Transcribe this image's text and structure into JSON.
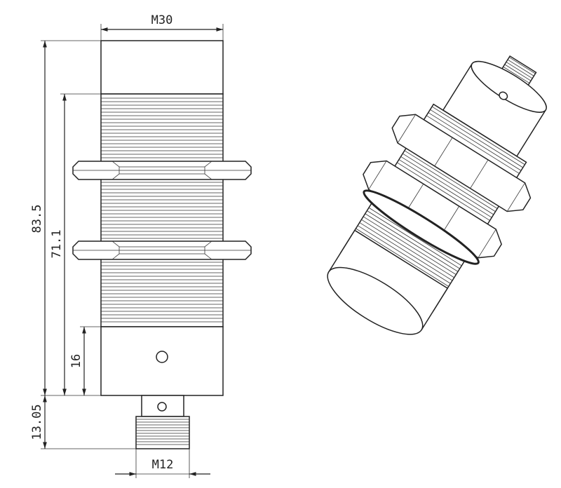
{
  "dimensions": {
    "thread_diameter": "M30",
    "connector_thread": "M12",
    "overall_length": "83.5",
    "thread_length": "71.1",
    "housing_length": "16",
    "connector_length": "13.05"
  }
}
